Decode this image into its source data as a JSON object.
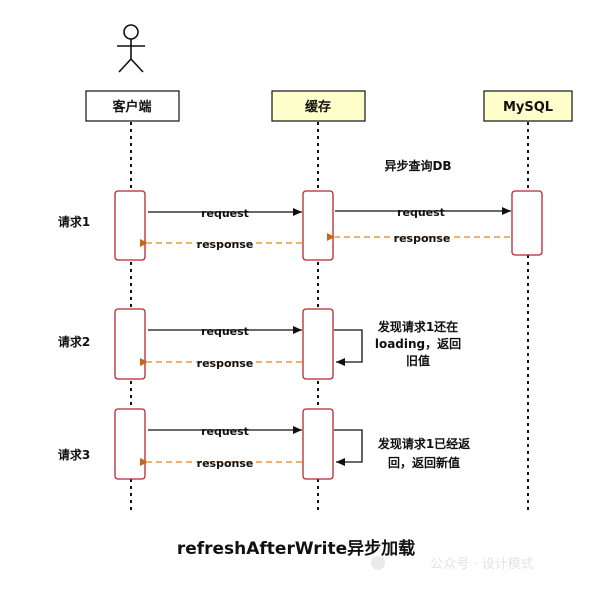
{
  "participants": {
    "client": "客户端",
    "cache": "缓存",
    "db": "MySQL"
  },
  "annotations": {
    "async_query": "异步查询DB",
    "req2_note": [
      "发现请求1还在",
      "loading，返回",
      "旧值"
    ],
    "req3_note": [
      "发现请求1已经返",
      "回，返回新值"
    ]
  },
  "requests": [
    {
      "label": "请求1",
      "request": "request",
      "response": "response",
      "db_request": "request",
      "db_response": "response"
    },
    {
      "label": "请求2",
      "request": "request",
      "response": "response"
    },
    {
      "label": "请求3",
      "request": "request",
      "response": "response"
    }
  ],
  "caption": "refreshAfterWrite异步加载",
  "watermark": "公众号 · 设计模式",
  "colors": {
    "request_arrow": "#111111",
    "response_arrow": "#e8973f",
    "activation_border": "#b3262c",
    "cache_header_fill": "#ffffcc",
    "db_header_fill": "#ffffcc"
  }
}
